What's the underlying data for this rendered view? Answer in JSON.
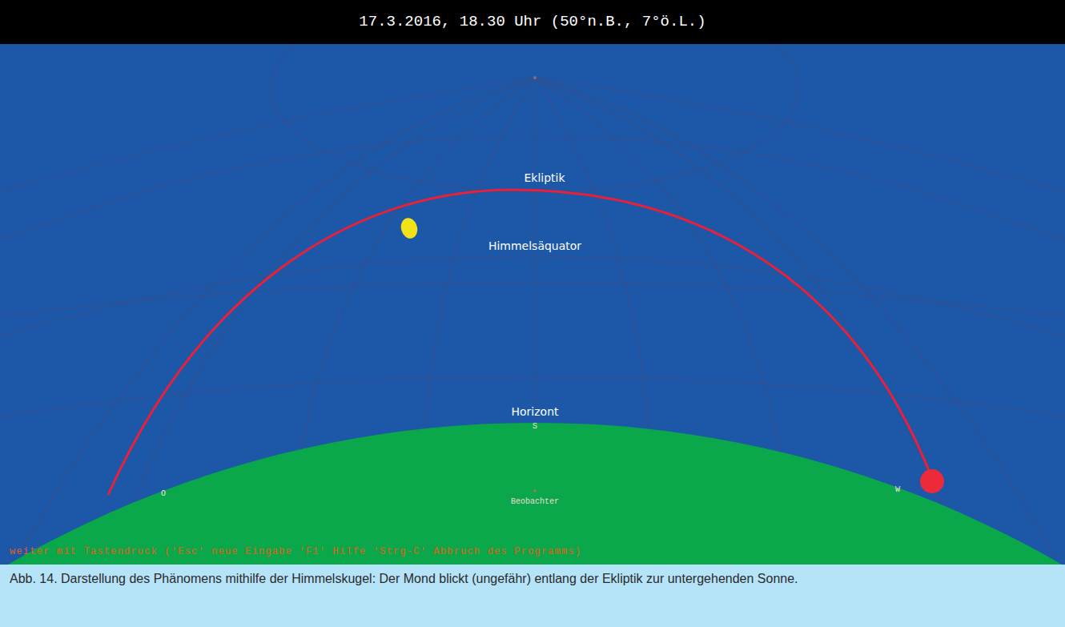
{
  "diagram": {
    "title": "17.3.2016, 18.30 Uhr (50°n.B., 7°ö.L.)",
    "caption": "Abb. 14. Darstellung des Phänomens mithilfe der Himmelskugel: Der Mond blickt (ungefähr) entlang der Ekliptik zur untergehenden Sonne.",
    "labels": [
      "Ekliptik",
      "Himmelsäquator",
      "Horizont",
      "S",
      "O",
      "Beobachter",
      "W",
      "weiter mit Tastendruck ('Esc' neue Eingabe 'F1' Hilfe 'Strg-C' Abbruch des Programms)"
    ]
  }
}
